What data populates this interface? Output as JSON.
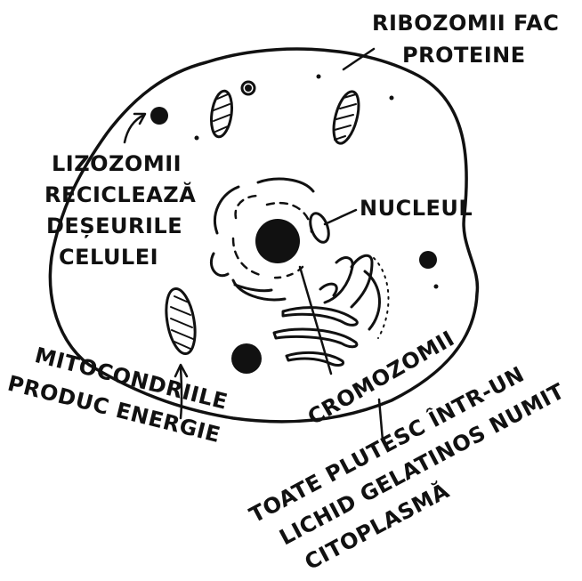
{
  "labels": {
    "ribosomes": [
      "RIBOZOMII FAC",
      "PROTEINE"
    ],
    "lysosomes": [
      "LIZOZOMII",
      "RECICLEAZĂ",
      "DEȘEURILE",
      "CELULEI"
    ],
    "nucleus": "NUCLEUL",
    "mitochondria": [
      "MITOCONDRIILE",
      "PRODUC ENERGIE"
    ],
    "chromosomes": "CROMOZOMII",
    "cytoplasm": [
      "TOATE PLUTESC ÎNTR-UN",
      "LICHID GELATINOS NUMIT",
      "CITOPLASMĂ"
    ]
  },
  "colors": {
    "ink": "#111111",
    "background": "#ffffff"
  }
}
